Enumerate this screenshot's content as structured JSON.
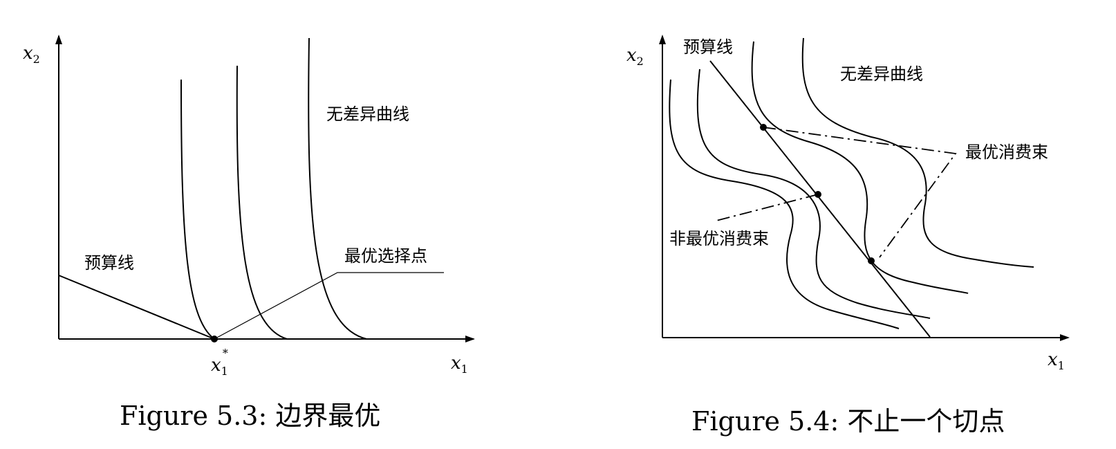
{
  "figure_left": {
    "axis_y_var": "x",
    "axis_y_sub": "2",
    "axis_x_var": "x",
    "axis_x_sub": "1",
    "point_var": "x",
    "point_sub": "1",
    "point_sup": "*",
    "label_curves": "无差异曲线",
    "label_budget": "预算线",
    "label_optimal": "最优选择点",
    "caption": "Figure 5.3: 边界最优"
  },
  "figure_right": {
    "axis_y_var": "x",
    "axis_y_sub": "2",
    "axis_x_var": "x",
    "axis_x_sub": "1",
    "label_budget": "预算线",
    "label_curves": "无差异曲线",
    "label_optimal": "最优消费束",
    "label_nonoptimal": "非最优消费束",
    "caption": "Figure 5.4: 不止一个切点"
  }
}
